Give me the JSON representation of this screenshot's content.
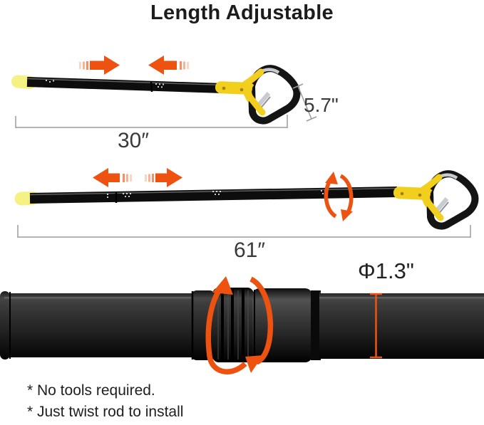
{
  "title": "Length Adjustable",
  "figures": {
    "short_pole": {
      "length": "30″",
      "handle_height": "5.7\"",
      "arrow_meaning": "retract"
    },
    "long_pole": {
      "length": "61″",
      "arrow_meaning": "extend"
    },
    "closeup": {
      "diameter": "Φ1.3\""
    }
  },
  "notes": {
    "line1": "* No tools required.",
    "line2": "* Just twist rod to install"
  },
  "colors": {
    "arrow_orange": "#ee5211",
    "handle_yellow": "#f2ce1d",
    "tip_yellow": "#f5f183",
    "pole_black": "#0d0d0d",
    "dim_gray": "#9b9b9b",
    "text_dark": "#3a3a3a",
    "title_dark": "#1c1c1c"
  }
}
